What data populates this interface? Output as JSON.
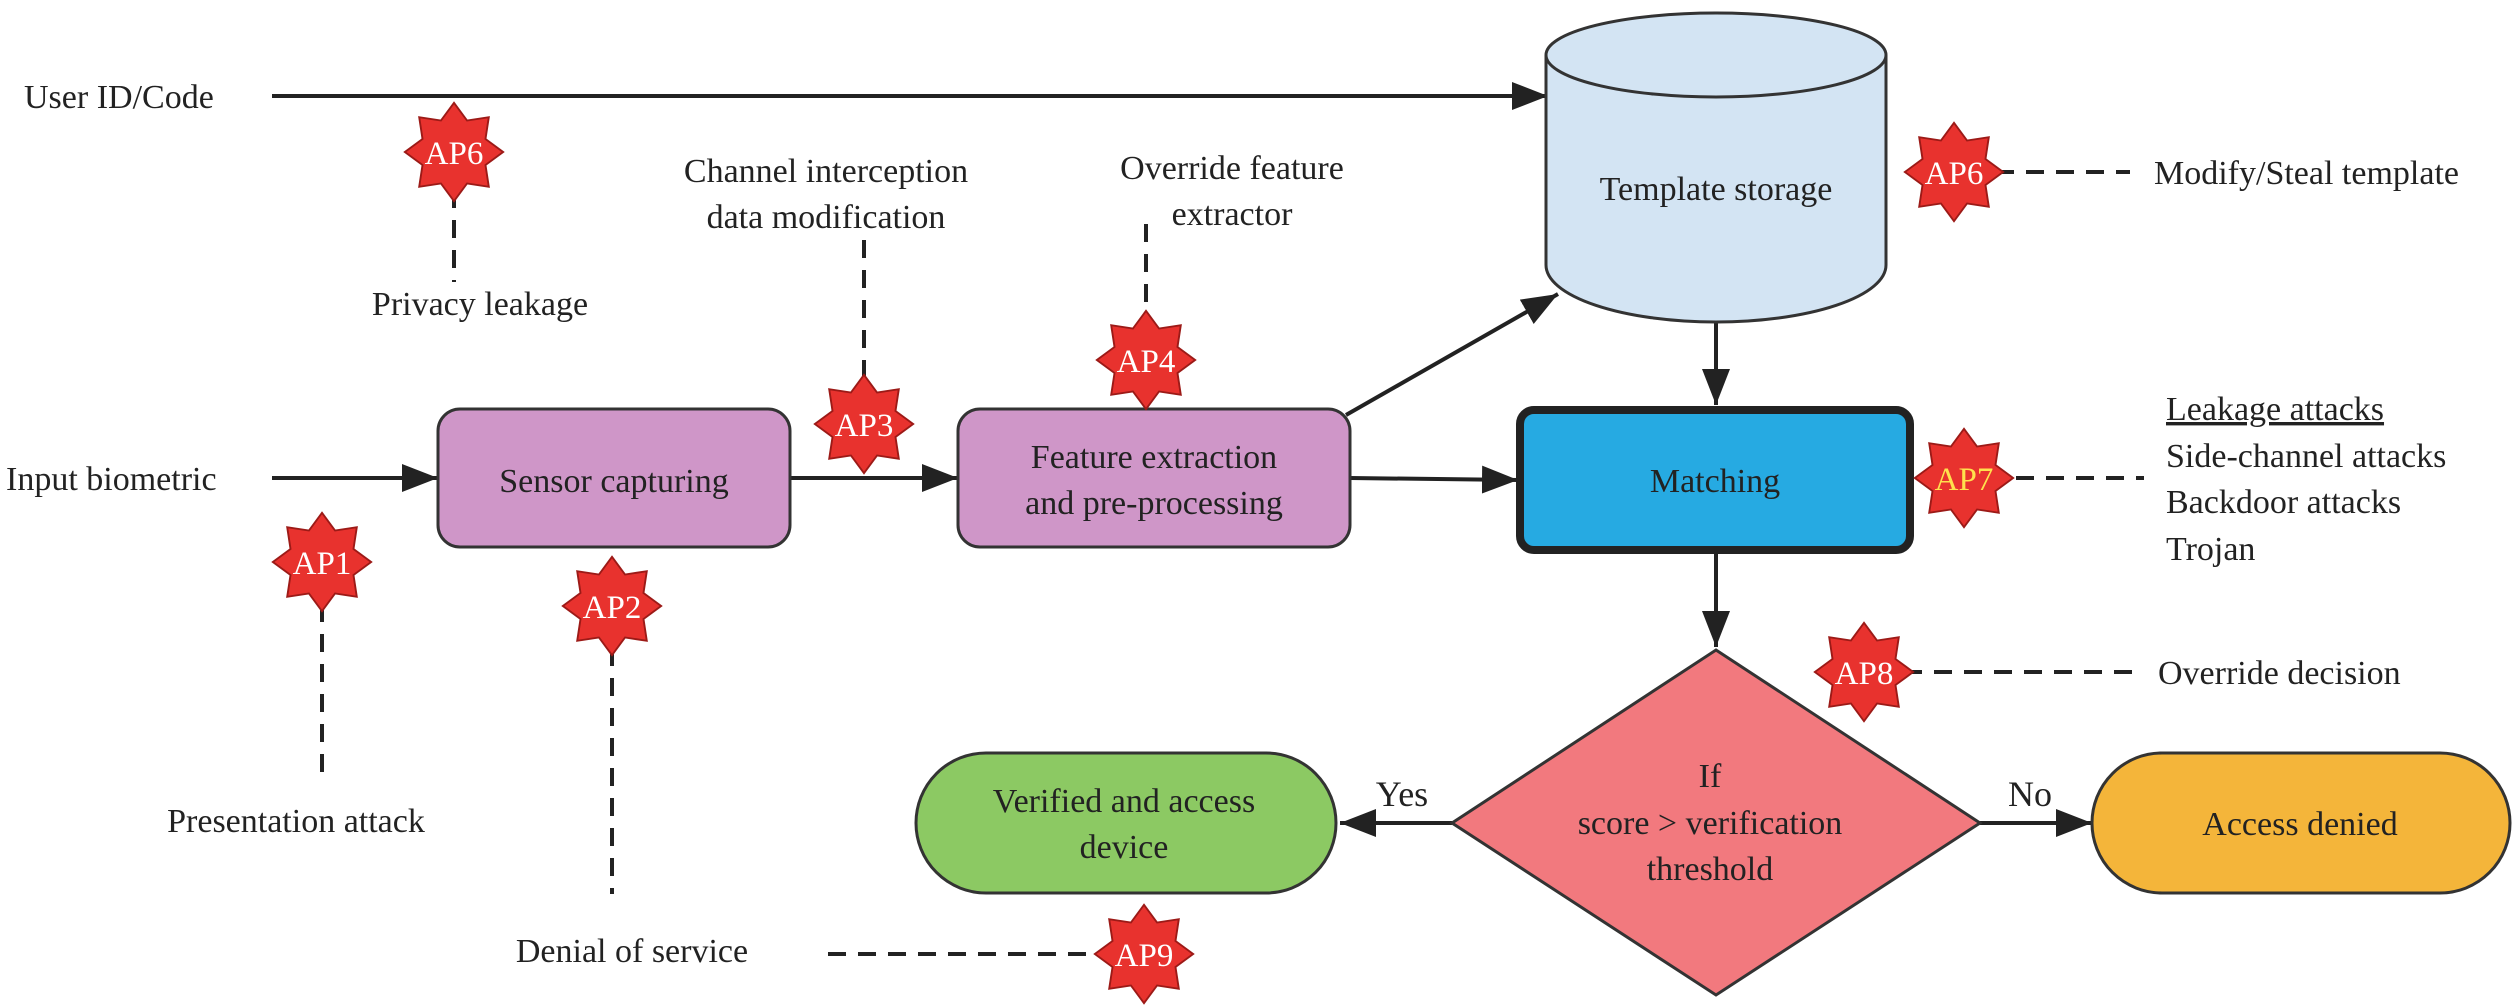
{
  "inputs": {
    "user_id": "User ID/Code",
    "input_biometric": "Input biometric"
  },
  "blocks": {
    "sensor": "Sensor capturing",
    "feature_line1": "Feature extraction",
    "feature_line2": "and pre-processing",
    "storage": "Template storage",
    "matching": "Matching",
    "decision_line1": "If",
    "decision_line2": "score > verification",
    "decision_line3": "threshold",
    "verified_line1": "Verified and access",
    "verified_line2": "device",
    "denied": "Access denied"
  },
  "branches": {
    "yes": "Yes",
    "no": "No"
  },
  "attack_points": {
    "ap1": "AP1",
    "ap2": "AP2",
    "ap3": "AP3",
    "ap4": "AP4",
    "ap6_top": "AP6",
    "ap6_storage": "AP6",
    "ap7": "AP7",
    "ap8": "AP8",
    "ap9": "AP9"
  },
  "attacks": {
    "privacy_leakage": "Privacy leakage",
    "channel_line1": "Channel interception",
    "channel_line2": "data modification",
    "override_fe_line1": "Override feature",
    "override_fe_line2": "extractor",
    "modify_template": "Modify/Steal template",
    "leakage_title": "Leakage attacks",
    "side_channel": "Side-channel attacks",
    "backdoor": "Backdoor attacks",
    "trojan": "Trojan",
    "override_decision": "Override decision",
    "presentation_attack": "Presentation attack",
    "denial_of_service": "Denial of service"
  },
  "colors": {
    "sensor_fill": "#cf96c8",
    "feature_fill": "#cf96c8",
    "storage_fill": "#d3e4f3",
    "matching_fill": "#26aae2",
    "decision_fill": "#f2797e",
    "verified_fill": "#8cc963",
    "denied_fill": "#f4b53a",
    "attack_point_fill": "#e8322e",
    "ap7_text": "#ffe14d"
  }
}
